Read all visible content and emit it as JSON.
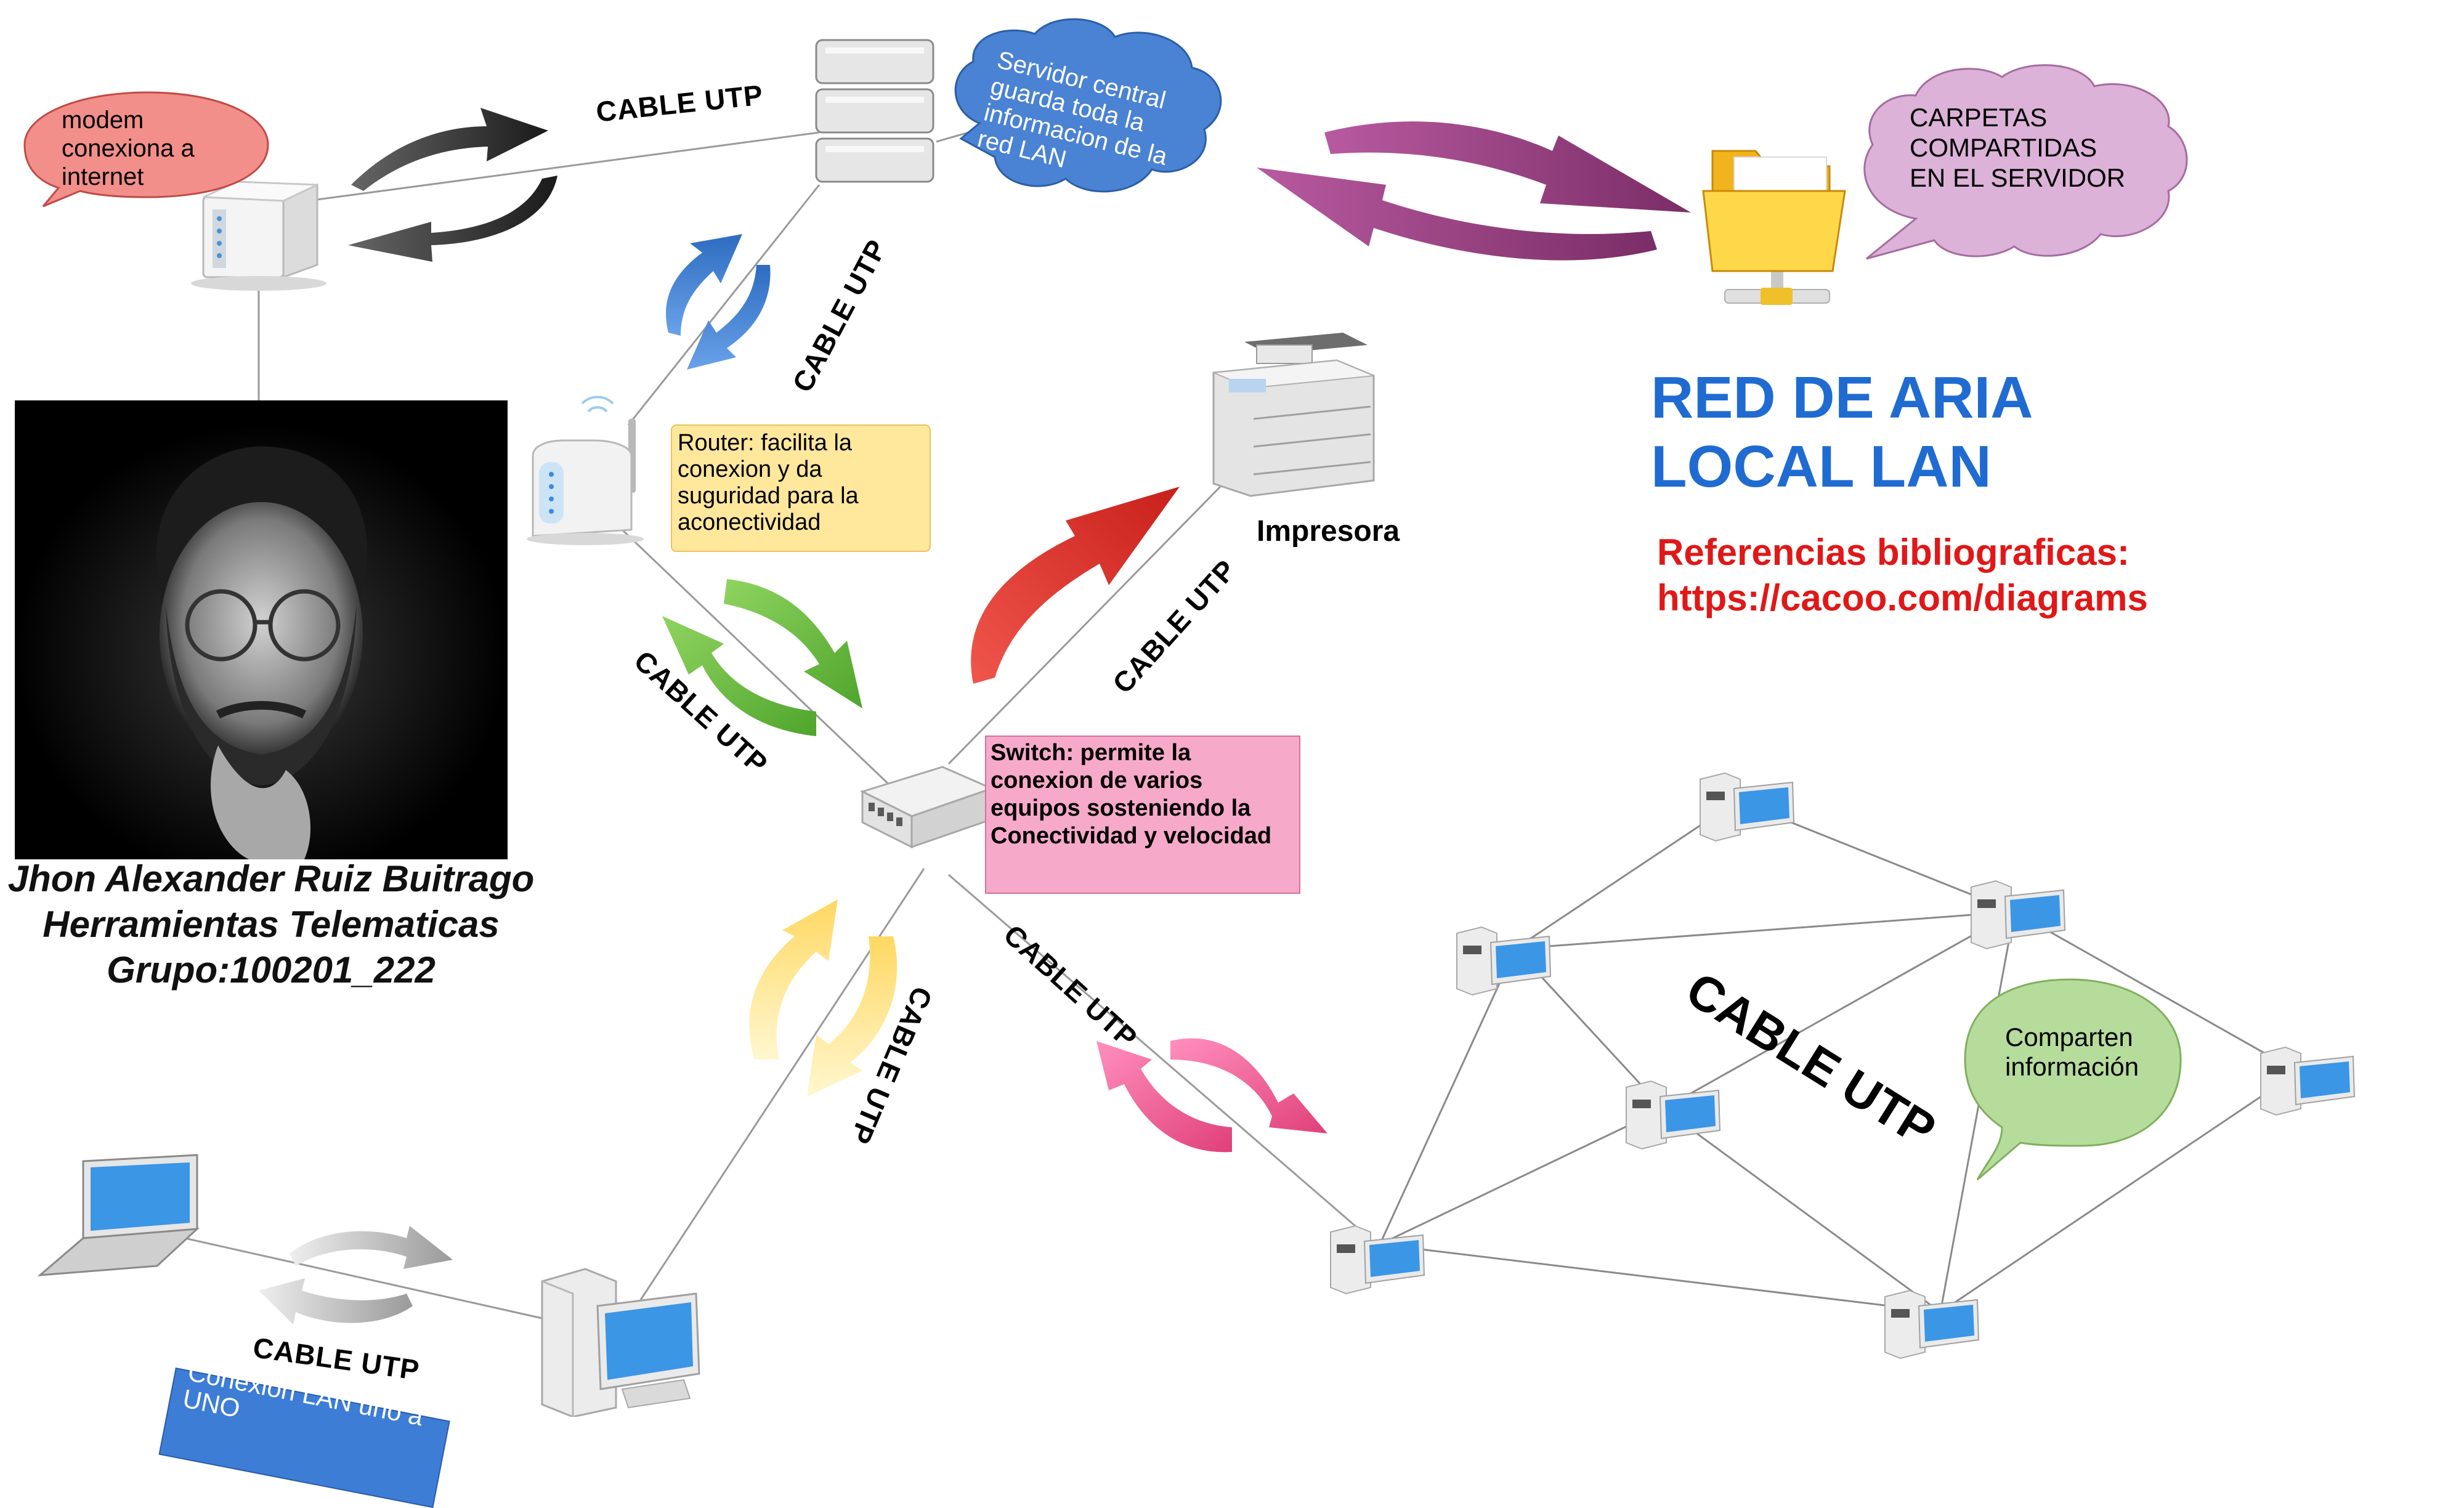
{
  "title": {
    "line1": "RED DE ARIA",
    "line2": "LOCAL LAN"
  },
  "references": {
    "line1": "Referencias bibliograficas:",
    "line2": "https://cacoo.com/diagrams"
  },
  "author": {
    "name": "Jhon Alexander Ruiz Buitrago",
    "course": "Herramientas Telematicas",
    "group": "Grupo:100201_222"
  },
  "callouts": {
    "modem": "modem conexiona a internet",
    "server": "Servidor central guarda toda la informacion de la red LAN",
    "folders": "CARPETAS COMPARTIDAS EN EL SERVIDOR",
    "router": "Router: facilita la conexion y  da suguridad para la aconectividad",
    "switch": "Switch: permite la conexion de varios equipos sosteniendo la Conectividad y velocidad",
    "share": "Comparten información",
    "lan": "Conexion LAN uno a UNO"
  },
  "labels": {
    "printer": "Impresora",
    "cable": "CABLE UTP"
  },
  "colors": {
    "title": "#1f6bd1",
    "references": "#e01818",
    "arrow_modem": "#3a3a3a",
    "arrow_router": "#4a86d8",
    "arrow_folders": "#8c3b7a",
    "arrow_switch": "#6ab844",
    "arrow_printer": "#e0302a",
    "arrow_pc": "#ffe07a",
    "arrow_network": "#e85a9a",
    "arrow_laptop": "#bdbdbd"
  }
}
